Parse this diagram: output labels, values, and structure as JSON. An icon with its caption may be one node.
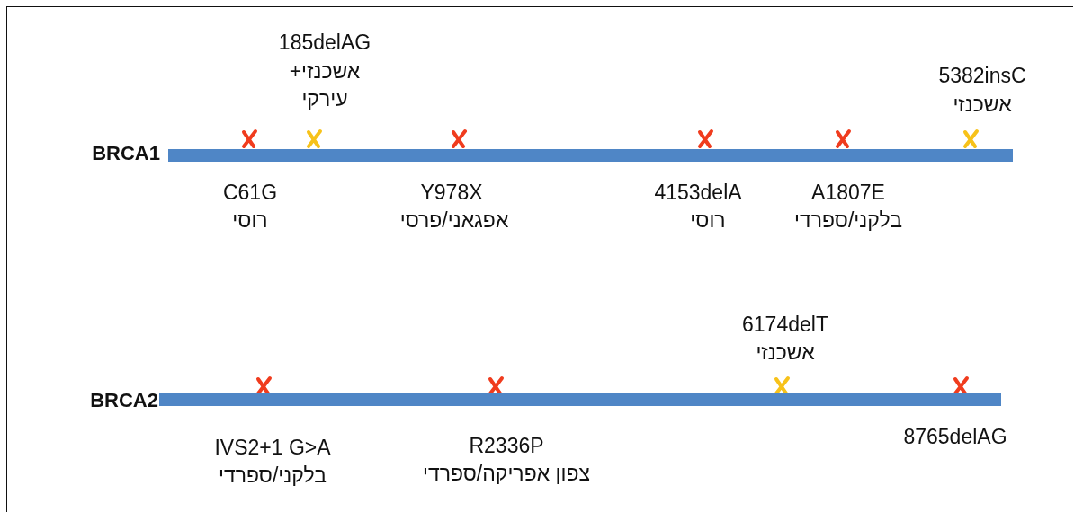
{
  "diagram": {
    "nodes": [
      {
        "text": [
          "BRCA1"
        ]
      },
      {
        "text": [
          "BRCA2"
        ]
      }
    ],
    "labels": [
      "185delAG",
      "אשכנזי+ עירקי",
      "5382insC",
      "אשכנזי",
      "C61G",
      "רוסי",
      "Y978X",
      "אפגאני/פרסי",
      "4153delA",
      "רוסי",
      "A1807E",
      "בלקני/ספרדי",
      "6174delT",
      "אשכנזי",
      "IVS2+1 G>A",
      "בלקני/ספרדי",
      "R2336P",
      "צפון אפריקה/ספרדי",
      "8765delAG"
    ]
  }
}
